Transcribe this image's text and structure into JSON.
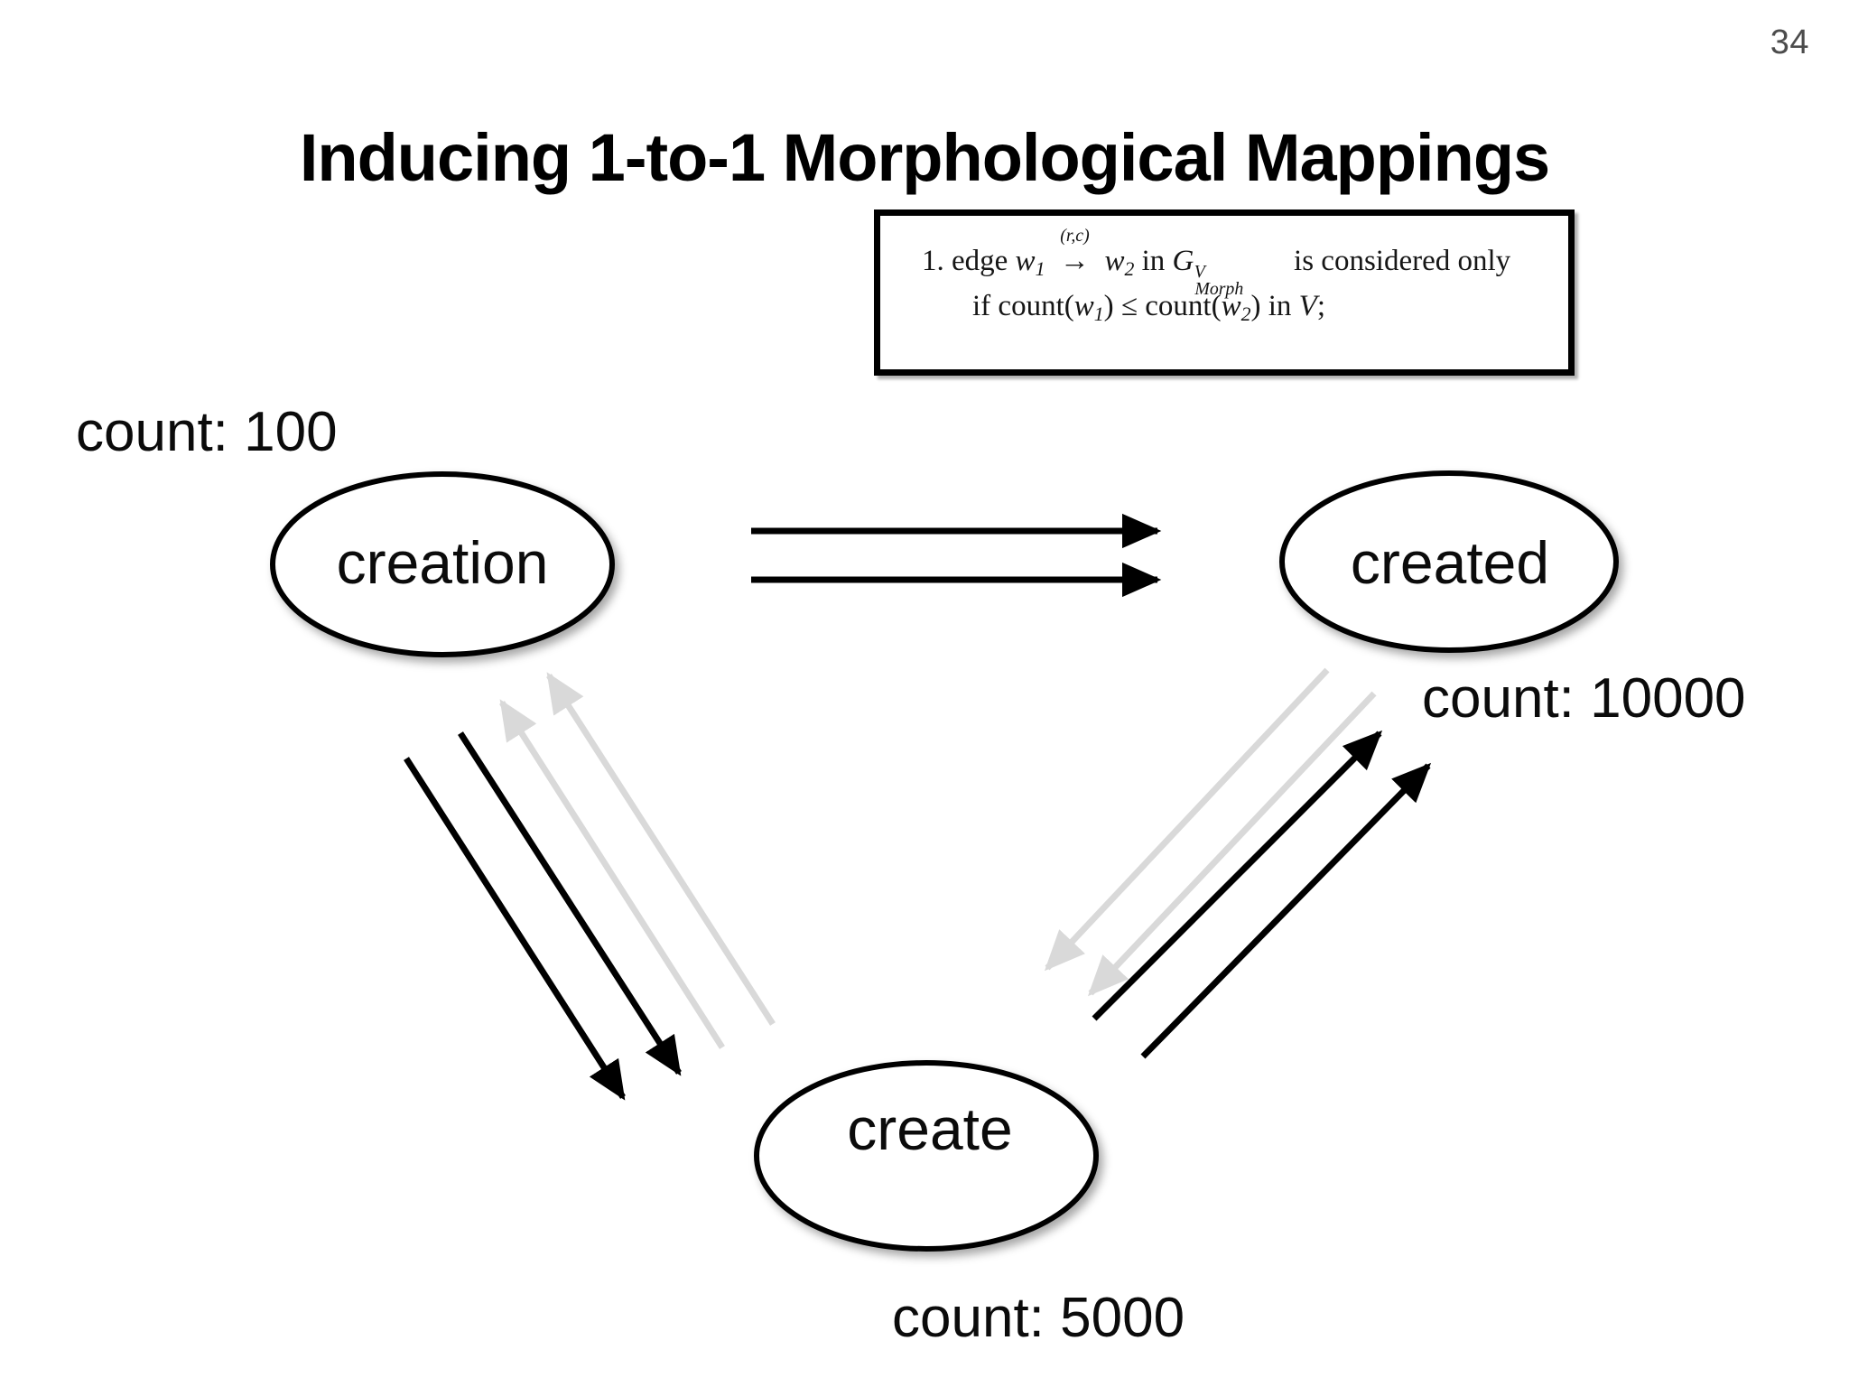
{
  "slide": {
    "page_number": "34",
    "title": "Inducing 1-to-1 Morphological Mappings"
  },
  "formula_box": {
    "item_number": "1.",
    "line1_parts": {
      "edge": "edge",
      "w1": "w",
      "w1_sub": "1",
      "arrow_label": "(r,c)",
      "arrow": "→",
      "w2": "w",
      "w2_sub": "2",
      "in": "in",
      "G": "G",
      "G_sup": "V",
      "G_sub": "Morph",
      "tail": "is considered only"
    },
    "line2_parts": {
      "if": "if",
      "count1": "count(",
      "w1": "w",
      "w1_sub": "1",
      "close1": ")",
      "leq": "≤",
      "count2": "count(",
      "w2": "w",
      "w2_sub": "2",
      "close2": ")",
      "in": "in",
      "V": "V",
      "semi": ";"
    },
    "plain_text": "1. edge w1 --(r,c)--> w2 in G^V_Morph is considered only if count(w1) ≤ count(w2) in V;"
  },
  "graph": {
    "nodes": [
      {
        "id": "creation",
        "label": "creation",
        "count_label": "count: 100",
        "count_value": 100
      },
      {
        "id": "created",
        "label": "created",
        "count_label": "count: 10000",
        "count_value": 10000
      },
      {
        "id": "create",
        "label": "create",
        "count_label": "count: 5000",
        "count_value": 5000
      }
    ],
    "edges": [
      {
        "id": "creation-to-created-a",
        "from": "creation",
        "to": "created",
        "color": "#000000",
        "style": "solid-black"
      },
      {
        "id": "creation-to-created-b",
        "from": "creation",
        "to": "created",
        "color": "#000000",
        "style": "solid-black"
      },
      {
        "id": "creation-to-create-a",
        "from": "creation",
        "to": "create",
        "color": "#000000",
        "style": "solid-black"
      },
      {
        "id": "creation-to-create-b",
        "from": "creation",
        "to": "create",
        "color": "#000000",
        "style": "solid-black"
      },
      {
        "id": "create-to-creation-a",
        "from": "create",
        "to": "creation",
        "color": "#d9d9d9",
        "style": "faded-gray"
      },
      {
        "id": "create-to-creation-b",
        "from": "create",
        "to": "creation",
        "color": "#d9d9d9",
        "style": "faded-gray"
      },
      {
        "id": "create-to-created-a",
        "from": "create",
        "to": "created",
        "color": "#000000",
        "style": "solid-black"
      },
      {
        "id": "create-to-created-b",
        "from": "create",
        "to": "created",
        "color": "#000000",
        "style": "solid-black"
      },
      {
        "id": "created-to-create-a",
        "from": "created",
        "to": "create",
        "color": "#d9d9d9",
        "style": "faded-gray"
      },
      {
        "id": "created-to-create-b",
        "from": "created",
        "to": "create",
        "color": "#d9d9d9",
        "style": "faded-gray"
      }
    ]
  },
  "colors": {
    "background": "#ffffff",
    "ink": "#000000",
    "faded_edge": "#d9d9d9",
    "page_number": "#4c4c4c",
    "node_stroke": "#000000"
  }
}
